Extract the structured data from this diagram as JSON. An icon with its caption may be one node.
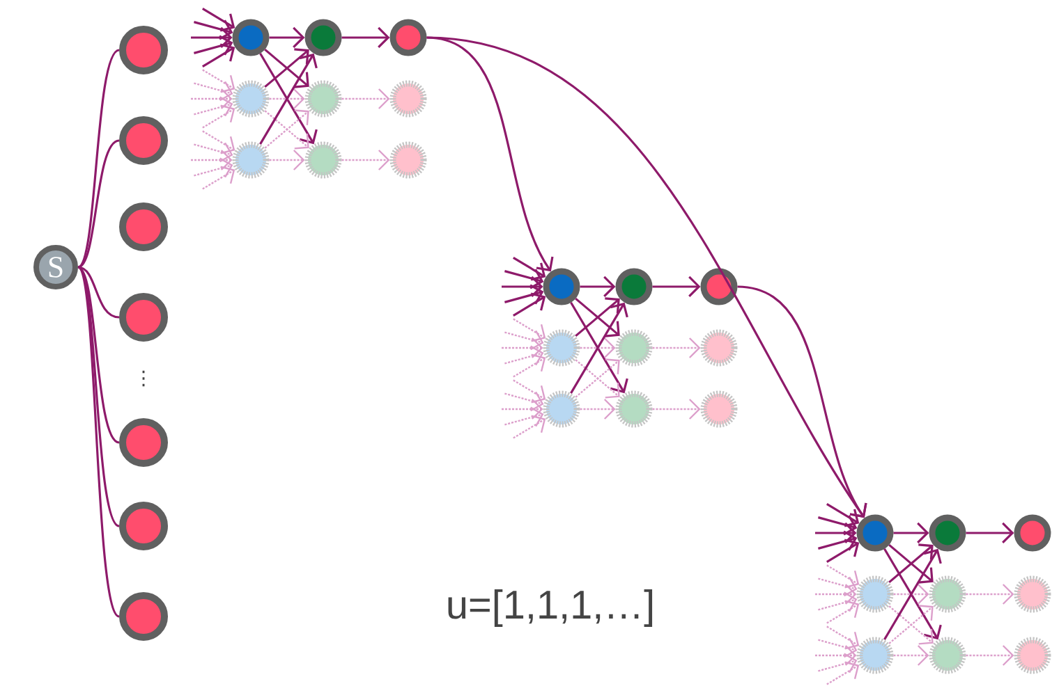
{
  "diagram": {
    "nodes": [
      {
        "text": [
          "S"
        ]
      },
      {
        "text": [],
        "shape": "circle"
      },
      {
        "text": [],
        "shape": "circle"
      },
      {
        "text": [],
        "shape": "circle"
      },
      {
        "text": [],
        "shape": "circle"
      },
      {
        "text": [],
        "shape": "circle"
      },
      {
        "text": [],
        "shape": "circle"
      },
      {
        "text": [],
        "shape": "circle"
      },
      {
        "text": [],
        "shape": "circle"
      },
      {
        "text": [],
        "shape": "circle"
      },
      {
        "text": [],
        "shape": "circle"
      },
      {
        "text": [],
        "shape": "circle"
      },
      {
        "text": [],
        "shape": "circle"
      },
      {
        "text": [],
        "shape": "circle"
      },
      {
        "text": [],
        "shape": "circle"
      },
      {
        "text": [],
        "shape": "circle"
      },
      {
        "text": [],
        "shape": "circle"
      },
      {
        "text": [],
        "shape": "circle"
      },
      {
        "text": [],
        "shape": "circle"
      },
      {
        "text": [],
        "shape": "circle"
      },
      {
        "text": [],
        "shape": "circle"
      },
      {
        "text": [],
        "shape": "circle"
      },
      {
        "text": [],
        "shape": "circle"
      },
      {
        "text": [],
        "shape": "circle"
      },
      {
        "text": [],
        "shape": "circle"
      },
      {
        "text": [],
        "shape": "circle"
      },
      {
        "text": [],
        "shape": "circle"
      },
      {
        "text": [],
        "shape": "circle"
      },
      {
        "text": [],
        "shape": "circle"
      },
      {
        "text": [],
        "shape": "circle"
      },
      {
        "text": [],
        "shape": "circle"
      },
      {
        "text": [],
        "shape": "circle"
      },
      {
        "text": [],
        "shape": "circle"
      },
      {
        "text": [],
        "shape": "circle"
      },
      {
        "text": [],
        "shape": "circle"
      }
    ],
    "edges": [
      {
        "from": 0,
        "to": 1,
        "arrow": "none",
        "color": "#8e1a6a"
      },
      {
        "from": 0,
        "to": 2,
        "arrow": "none",
        "color": "#8e1a6a"
      },
      {
        "from": 0,
        "to": 4,
        "arrow": "none",
        "color": "#8e1a6a"
      },
      {
        "from": 0,
        "to": 5,
        "arrow": "none",
        "color": "#8e1a6a"
      },
      {
        "from": 0,
        "to": 6,
        "arrow": "none",
        "color": "#8e1a6a"
      },
      {
        "from": 0,
        "to": 7,
        "arrow": "none",
        "color": "#8e1a6a"
      },
      {
        "from": 10,
        "to": 17,
        "arrow": "to",
        "color": "#8e1a6a"
      },
      {
        "from": 10,
        "to": 26,
        "arrow": "to",
        "color": "#8e1a6a"
      },
      {
        "from": 19,
        "to": 26,
        "arrow": "to",
        "color": "#8e1a6a"
      },
      {
        "from": null,
        "to": 8,
        "arrow": "to",
        "color": "#8e1a6a"
      },
      {
        "from": null,
        "to": 8,
        "arrow": "to",
        "color": "#8e1a6a"
      },
      {
        "from": null,
        "to": 8,
        "arrow": "to",
        "color": "#8e1a6a"
      },
      {
        "from": null,
        "to": 8,
        "arrow": "to",
        "color": "#8e1a6a"
      },
      {
        "from": null,
        "to": 8,
        "arrow": "to",
        "color": "#8e1a6a"
      },
      {
        "from": null,
        "to": 11,
        "arrow": "to",
        "style": "dashed",
        "color": "#dc9fcb"
      },
      {
        "from": null,
        "to": 11,
        "arrow": "to",
        "style": "dashed",
        "color": "#dc9fcb"
      },
      {
        "from": null,
        "to": 11,
        "arrow": "to",
        "style": "dashed",
        "color": "#dc9fcb"
      },
      {
        "from": null,
        "to": 11,
        "arrow": "to",
        "style": "dashed",
        "color": "#dc9fcb"
      },
      {
        "from": null,
        "to": 11,
        "arrow": "to",
        "style": "dashed",
        "color": "#dc9fcb"
      },
      {
        "from": null,
        "to": 14,
        "arrow": "to",
        "style": "dashed",
        "color": "#dc9fcb"
      },
      {
        "from": null,
        "to": 14,
        "arrow": "to",
        "style": "dashed",
        "color": "#dc9fcb"
      },
      {
        "from": null,
        "to": 14,
        "arrow": "to",
        "style": "dashed",
        "color": "#dc9fcb"
      },
      {
        "from": null,
        "to": 14,
        "arrow": "to",
        "style": "dashed",
        "color": "#dc9fcb"
      },
      {
        "from": null,
        "to": 14,
        "arrow": "to",
        "style": "dashed",
        "color": "#dc9fcb"
      },
      {
        "from": 8,
        "to": 9,
        "arrow": "to",
        "color": "#8e1a6a"
      },
      {
        "from": 8,
        "to": 12,
        "arrow": "to",
        "color": "#8e1a6a"
      },
      {
        "from": 8,
        "to": 15,
        "arrow": "to",
        "color": "#8e1a6a"
      },
      {
        "from": 11,
        "to": 9,
        "arrow": "to",
        "color": "#8e1a6a"
      },
      {
        "from": 11,
        "to": 12,
        "arrow": "to",
        "style": "dashed",
        "color": "#dc9fcb"
      },
      {
        "from": 11,
        "to": 15,
        "arrow": "to",
        "style": "dashed",
        "color": "#dc9fcb"
      },
      {
        "from": 14,
        "to": 9,
        "arrow": "to",
        "color": "#8e1a6a"
      },
      {
        "from": 14,
        "to": 12,
        "arrow": "to",
        "style": "dashed",
        "color": "#dc9fcb"
      },
      {
        "from": 14,
        "to": 15,
        "arrow": "to",
        "style": "dashed",
        "color": "#dc9fcb"
      },
      {
        "from": 9,
        "to": 10,
        "arrow": "to",
        "color": "#8e1a6a"
      },
      {
        "from": 12,
        "to": 13,
        "arrow": "to",
        "style": "dashed",
        "color": "#dc9fcb"
      },
      {
        "from": 15,
        "to": 16,
        "arrow": "to",
        "style": "dashed",
        "color": "#dc9fcb"
      },
      {
        "from": null,
        "to": 17,
        "arrow": "to",
        "color": "#8e1a6a"
      },
      {
        "from": null,
        "to": 17,
        "arrow": "to",
        "color": "#8e1a6a"
      },
      {
        "from": null,
        "to": 17,
        "arrow": "to",
        "color": "#8e1a6a"
      },
      {
        "from": null,
        "to": 17,
        "arrow": "to",
        "color": "#8e1a6a"
      },
      {
        "from": null,
        "to": 17,
        "arrow": "to",
        "color": "#8e1a6a"
      },
      {
        "from": null,
        "to": 20,
        "arrow": "to",
        "style": "dashed",
        "color": "#dc9fcb"
      },
      {
        "from": null,
        "to": 20,
        "arrow": "to",
        "style": "dashed",
        "color": "#dc9fcb"
      },
      {
        "from": null,
        "to": 20,
        "arrow": "to",
        "style": "dashed",
        "color": "#dc9fcb"
      },
      {
        "from": null,
        "to": 20,
        "arrow": "to",
        "style": "dashed",
        "color": "#dc9fcb"
      },
      {
        "from": null,
        "to": 20,
        "arrow": "to",
        "style": "dashed",
        "color": "#dc9fcb"
      },
      {
        "from": null,
        "to": 23,
        "arrow": "to",
        "style": "dashed",
        "color": "#dc9fcb"
      },
      {
        "from": null,
        "to": 23,
        "arrow": "to",
        "style": "dashed",
        "color": "#dc9fcb"
      },
      {
        "from": null,
        "to": 23,
        "arrow": "to",
        "style": "dashed",
        "color": "#dc9fcb"
      },
      {
        "from": null,
        "to": 23,
        "arrow": "to",
        "style": "dashed",
        "color": "#dc9fcb"
      },
      {
        "from": null,
        "to": 23,
        "arrow": "to",
        "style": "dashed",
        "color": "#dc9fcb"
      },
      {
        "from": 17,
        "to": 18,
        "arrow": "to",
        "color": "#8e1a6a"
      },
      {
        "from": 17,
        "to": 21,
        "arrow": "to",
        "color": "#8e1a6a"
      },
      {
        "from": 17,
        "to": 24,
        "arrow": "to",
        "color": "#8e1a6a"
      },
      {
        "from": 20,
        "to": 18,
        "arrow": "to",
        "color": "#8e1a6a"
      },
      {
        "from": 20,
        "to": 21,
        "arrow": "to",
        "style": "dashed",
        "color": "#dc9fcb"
      },
      {
        "from": 20,
        "to": 24,
        "arrow": "to",
        "style": "dashed",
        "color": "#dc9fcb"
      },
      {
        "from": 23,
        "to": 18,
        "arrow": "to",
        "color": "#8e1a6a"
      },
      {
        "from": 23,
        "to": 21,
        "arrow": "to",
        "style": "dashed",
        "color": "#dc9fcb"
      },
      {
        "from": 23,
        "to": 24,
        "arrow": "to",
        "style": "dashed",
        "color": "#dc9fcb"
      },
      {
        "from": 18,
        "to": 19,
        "arrow": "to",
        "color": "#8e1a6a"
      },
      {
        "from": 21,
        "to": 22,
        "arrow": "to",
        "style": "dashed",
        "color": "#dc9fcb"
      },
      {
        "from": 24,
        "to": 25,
        "arrow": "to",
        "style": "dashed",
        "color": "#dc9fcb"
      },
      {
        "from": null,
        "to": 26,
        "arrow": "to",
        "color": "#8e1a6a"
      },
      {
        "from": null,
        "to": 26,
        "arrow": "to",
        "color": "#8e1a6a"
      },
      {
        "from": null,
        "to": 26,
        "arrow": "to",
        "color": "#8e1a6a"
      },
      {
        "from": null,
        "to": 26,
        "arrow": "to",
        "color": "#8e1a6a"
      },
      {
        "from": null,
        "to": 26,
        "arrow": "to",
        "color": "#8e1a6a"
      },
      {
        "from": null,
        "to": 29,
        "arrow": "to",
        "style": "dashed",
        "color": "#dc9fcb"
      },
      {
        "from": null,
        "to": 29,
        "arrow": "to",
        "style": "dashed",
        "color": "#dc9fcb"
      },
      {
        "from": null,
        "to": 29,
        "arrow": "to",
        "style": "dashed",
        "color": "#dc9fcb"
      },
      {
        "from": null,
        "to": 29,
        "arrow": "to",
        "style": "dashed",
        "color": "#dc9fcb"
      },
      {
        "from": null,
        "to": 29,
        "arrow": "to",
        "style": "dashed",
        "color": "#dc9fcb"
      },
      {
        "from": null,
        "to": 32,
        "arrow": "to",
        "style": "dashed",
        "color": "#dc9fcb"
      },
      {
        "from": null,
        "to": 32,
        "arrow": "to",
        "style": "dashed",
        "color": "#dc9fcb"
      },
      {
        "from": null,
        "to": 32,
        "arrow": "to",
        "style": "dashed",
        "color": "#dc9fcb"
      },
      {
        "from": null,
        "to": 32,
        "arrow": "to",
        "style": "dashed",
        "color": "#dc9fcb"
      },
      {
        "from": null,
        "to": 32,
        "arrow": "to",
        "style": "dashed",
        "color": "#dc9fcb"
      },
      {
        "from": 26,
        "to": 27,
        "arrow": "to",
        "color": "#8e1a6a"
      },
      {
        "from": 26,
        "to": 30,
        "arrow": "to",
        "color": "#8e1a6a"
      },
      {
        "from": 26,
        "to": 33,
        "arrow": "to",
        "color": "#8e1a6a"
      },
      {
        "from": 29,
        "to": 27,
        "arrow": "to",
        "color": "#8e1a6a"
      },
      {
        "from": 29,
        "to": 30,
        "arrow": "to",
        "style": "dashed",
        "color": "#dc9fcb"
      },
      {
        "from": 29,
        "to": 33,
        "arrow": "to",
        "style": "dashed",
        "color": "#dc9fcb"
      },
      {
        "from": 32,
        "to": 27,
        "arrow": "to",
        "color": "#8e1a6a"
      },
      {
        "from": 32,
        "to": 30,
        "arrow": "to",
        "style": "dashed",
        "color": "#dc9fcb"
      },
      {
        "from": 32,
        "to": 33,
        "arrow": "to",
        "style": "dashed",
        "color": "#dc9fcb"
      },
      {
        "from": 27,
        "to": 28,
        "arrow": "to",
        "color": "#8e1a6a"
      },
      {
        "from": 30,
        "to": 31,
        "arrow": "to",
        "style": "dashed",
        "color": "#dc9fcb"
      },
      {
        "from": 33,
        "to": 34,
        "arrow": "to",
        "style": "dashed",
        "color": "#dc9fcb"
      }
    ],
    "labels": [
      "⋮",
      "u=[1,1,1,…]"
    ]
  }
}
